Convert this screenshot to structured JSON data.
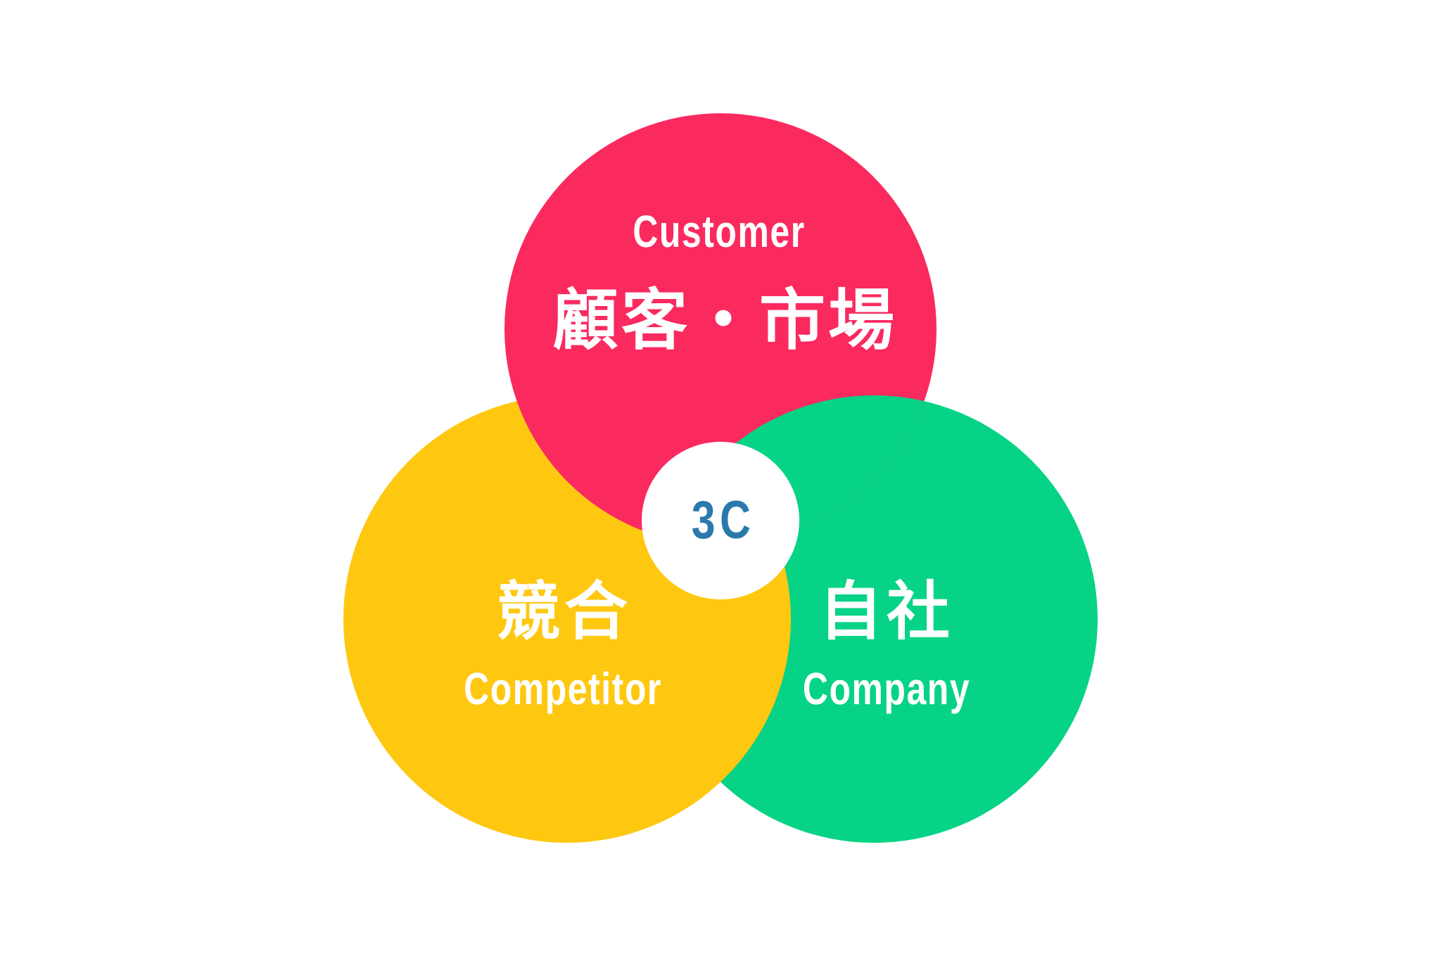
{
  "diagram": {
    "title": "3C",
    "background": "#FFFFFF",
    "center_badge": {
      "label": "3C",
      "text_color": "#2A79AD",
      "fill": "#FFFFFF"
    },
    "circles": {
      "customer": {
        "label_en": "Customer",
        "label_ja": "顧客・市場",
        "fill": "#FA2A5F",
        "text_color": "#FFFFFF"
      },
      "competitor": {
        "label_en": "Competitor",
        "label_ja": "競合",
        "fill": "#FEC811",
        "text_color": "#FFFFFF"
      },
      "company": {
        "label_en": "Company",
        "label_ja": "自社",
        "fill": "#06D385",
        "text_color": "#FFFFFF"
      }
    }
  }
}
